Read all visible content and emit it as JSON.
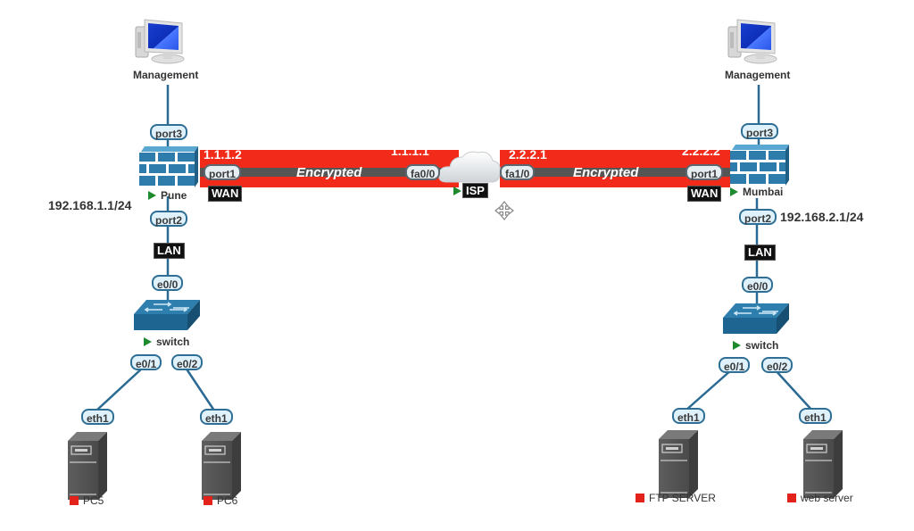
{
  "colors": {
    "link": "#2a6a93",
    "tunnel": "#f12a1a",
    "tunnel_core": "#555555",
    "firewall": "#2e7cab",
    "run": "#1e8a2e",
    "stopped": "#e4221c"
  },
  "left_site": {
    "management": {
      "label": "Management",
      "icon": "desktop-computer-icon"
    },
    "mgmt_port": "port3",
    "firewall": {
      "label": "Pune",
      "icon": "firewall-icon",
      "status": "running"
    },
    "wan_ip": "1.1.1.2",
    "wan_port": "port1",
    "wan_tag": "WAN",
    "lan_subnet": "192.168.1.1/24",
    "lan_port": "port2",
    "lan_tag": "LAN",
    "switch_uplink": "e0/0",
    "switch": {
      "label": "switch",
      "icon": "switch-icon",
      "status": "running"
    },
    "switch_ports": [
      "e0/1",
      "e0/2"
    ],
    "hosts": [
      {
        "label": "PC5",
        "port": "eth1",
        "icon": "server-tower-icon",
        "status": "stopped"
      },
      {
        "label": "PC6",
        "port": "eth1",
        "icon": "server-tower-icon",
        "status": "stopped"
      }
    ]
  },
  "isp": {
    "label": "ISP",
    "icon": "cloud-icon",
    "status": "running",
    "left_ip": "1.1.1.1",
    "left_port": "fa0/0",
    "right_ip": "2.2.2.1",
    "right_port": "fa1/0"
  },
  "tunnel": {
    "left_text": "Encrypted",
    "right_text": "Encrypted"
  },
  "right_site": {
    "management": {
      "label": "Management",
      "icon": "desktop-computer-icon"
    },
    "mgmt_port": "port3",
    "firewall": {
      "label": "Mumbai",
      "icon": "firewall-icon",
      "status": "running"
    },
    "wan_ip": "2.2.2.2",
    "wan_port": "port1",
    "wan_tag": "WAN",
    "lan_subnet": "192.168.2.1/24",
    "lan_port": "port2",
    "lan_tag": "LAN",
    "switch_uplink": "e0/0",
    "switch": {
      "label": "switch",
      "icon": "switch-icon",
      "status": "running"
    },
    "switch_ports": [
      "e0/1",
      "e0/2"
    ],
    "hosts": [
      {
        "label": "FTP SERVER",
        "port": "eth1",
        "icon": "server-tower-icon",
        "status": "stopped"
      },
      {
        "label": "web server",
        "port": "eth1",
        "icon": "server-tower-icon",
        "status": "stopped"
      }
    ]
  },
  "cursor": {
    "icon": "move-cursor-icon"
  }
}
